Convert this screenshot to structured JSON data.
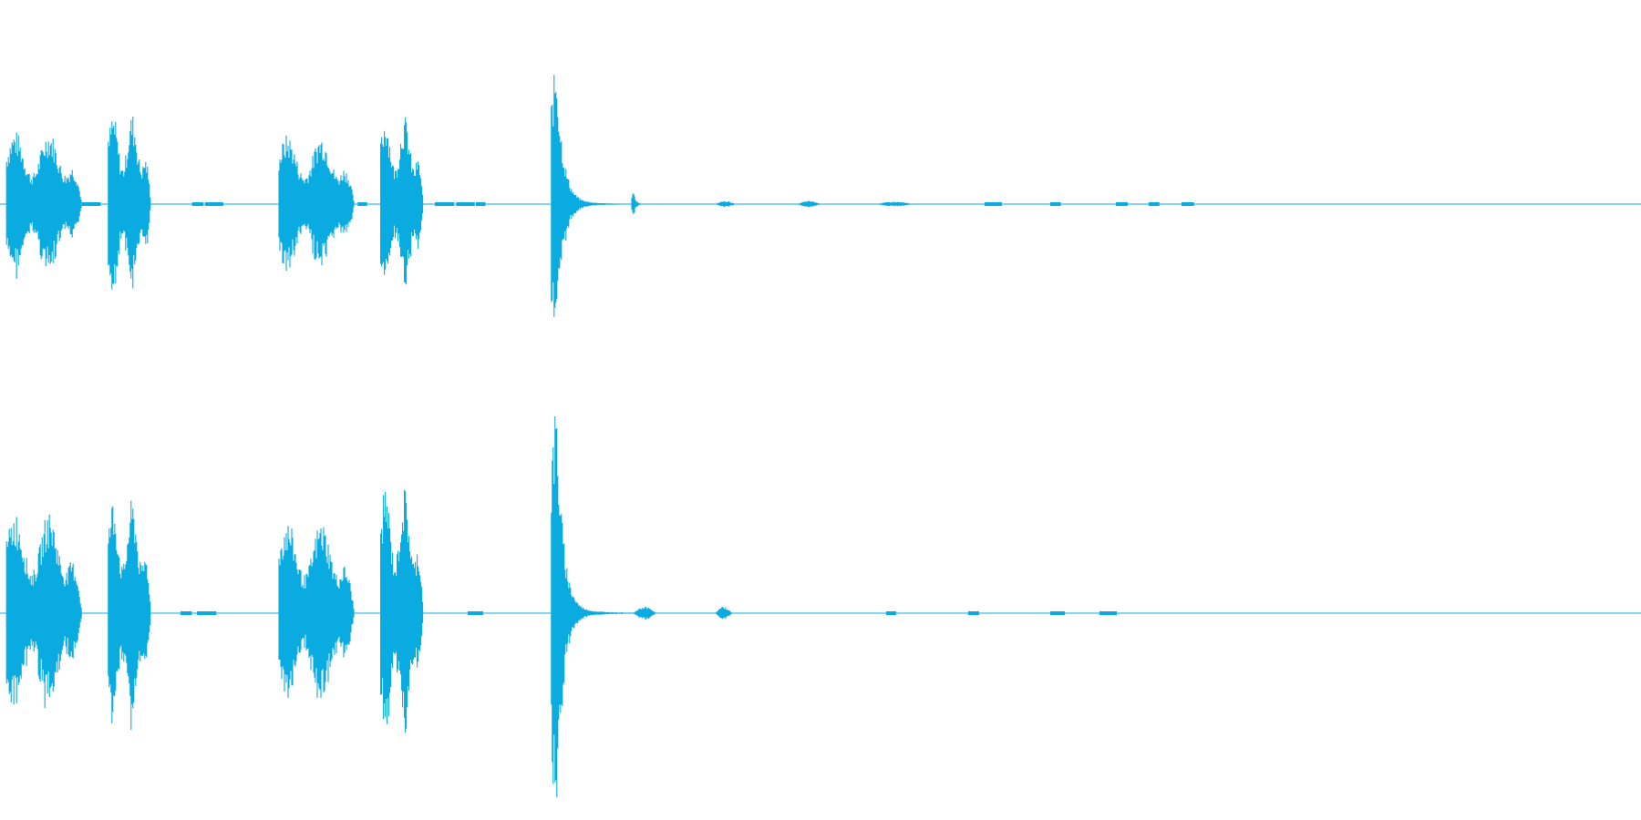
{
  "waveform": {
    "color": "#0aabe1",
    "background": "#ffffff",
    "channel_count": 2,
    "duration_fraction_with_sound": 0.75,
    "channels": [
      {
        "name": "",
        "events": [
          {
            "start": 0.004,
            "end": 0.05,
            "peak": 0.55,
            "decay": "block"
          },
          {
            "start": 0.066,
            "end": 0.092,
            "peak": 0.68,
            "decay": "block"
          },
          {
            "start": 0.17,
            "end": 0.216,
            "peak": 0.52,
            "decay": "block"
          },
          {
            "start": 0.232,
            "end": 0.258,
            "peak": 0.66,
            "decay": "block"
          },
          {
            "start": 0.336,
            "end": 0.41,
            "peak": 0.94,
            "decay": "exp"
          },
          {
            "start": 0.385,
            "end": 0.41,
            "peak": 0.08,
            "decay": "exp"
          },
          {
            "start": 0.436,
            "end": 0.448,
            "peak": 0.02,
            "decay": "blip"
          },
          {
            "start": 0.486,
            "end": 0.5,
            "peak": 0.02,
            "decay": "blip"
          },
          {
            "start": 0.534,
            "end": 0.556,
            "peak": 0.015,
            "decay": "blip"
          }
        ],
        "noise_blips": [
          0.05,
          0.117,
          0.125,
          0.218,
          0.265,
          0.278,
          0.29,
          0.6,
          0.64,
          0.68,
          0.7,
          0.72
        ]
      },
      {
        "name": "",
        "events": [
          {
            "start": 0.004,
            "end": 0.05,
            "peak": 0.55,
            "decay": "block"
          },
          {
            "start": 0.066,
            "end": 0.092,
            "peak": 0.62,
            "decay": "block"
          },
          {
            "start": 0.17,
            "end": 0.216,
            "peak": 0.5,
            "decay": "block"
          },
          {
            "start": 0.232,
            "end": 0.258,
            "peak": 0.68,
            "decay": "block"
          },
          {
            "start": 0.336,
            "end": 0.41,
            "peak": 1.0,
            "decay": "exp"
          },
          {
            "start": 0.386,
            "end": 0.4,
            "peak": 0.03,
            "decay": "blip"
          },
          {
            "start": 0.436,
            "end": 0.446,
            "peak": 0.03,
            "decay": "blip"
          }
        ],
        "noise_blips": [
          0.11,
          0.12,
          0.285,
          0.54,
          0.59,
          0.64,
          0.67
        ]
      }
    ]
  }
}
